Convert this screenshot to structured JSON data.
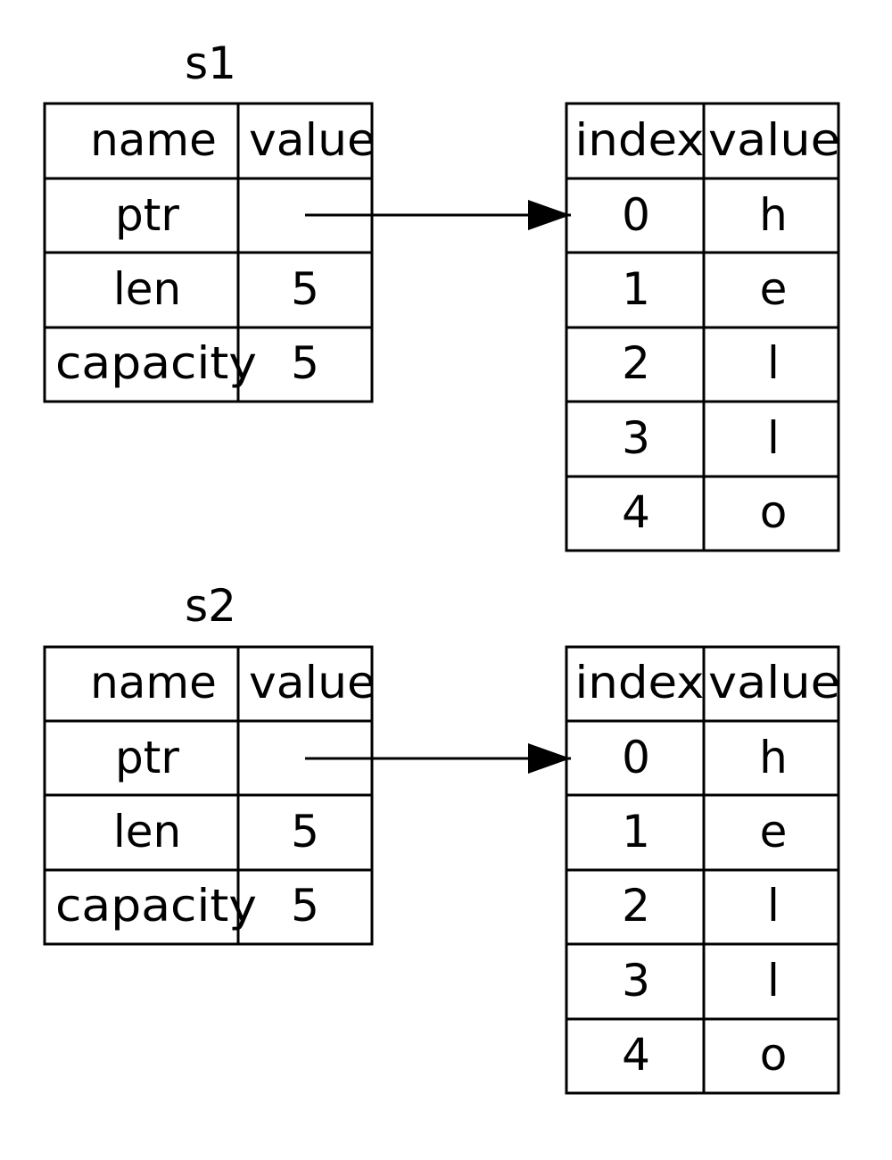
{
  "diagram": {
    "s1": {
      "title": "s1",
      "header": {
        "name": "name",
        "value": "value"
      },
      "rows": [
        {
          "name": "ptr",
          "value": ""
        },
        {
          "name": "len",
          "value": "5"
        },
        {
          "name": "capacity",
          "value": "5"
        }
      ]
    },
    "heap1": {
      "header": {
        "index": "index",
        "value": "value"
      },
      "rows": [
        {
          "index": "0",
          "value": "h"
        },
        {
          "index": "1",
          "value": "e"
        },
        {
          "index": "2",
          "value": "l"
        },
        {
          "index": "3",
          "value": "l"
        },
        {
          "index": "4",
          "value": "o"
        }
      ]
    },
    "s2": {
      "title": "s2",
      "header": {
        "name": "name",
        "value": "value"
      },
      "rows": [
        {
          "name": "ptr",
          "value": ""
        },
        {
          "name": "len",
          "value": "5"
        },
        {
          "name": "capacity",
          "value": "5"
        }
      ]
    },
    "heap2": {
      "header": {
        "index": "index",
        "value": "value"
      },
      "rows": [
        {
          "index": "0",
          "value": "h"
        },
        {
          "index": "1",
          "value": "e"
        },
        {
          "index": "2",
          "value": "l"
        },
        {
          "index": "3",
          "value": "l"
        },
        {
          "index": "4",
          "value": "o"
        }
      ]
    }
  },
  "colors": {
    "line": "#000000",
    "background": "#ffffff"
  }
}
